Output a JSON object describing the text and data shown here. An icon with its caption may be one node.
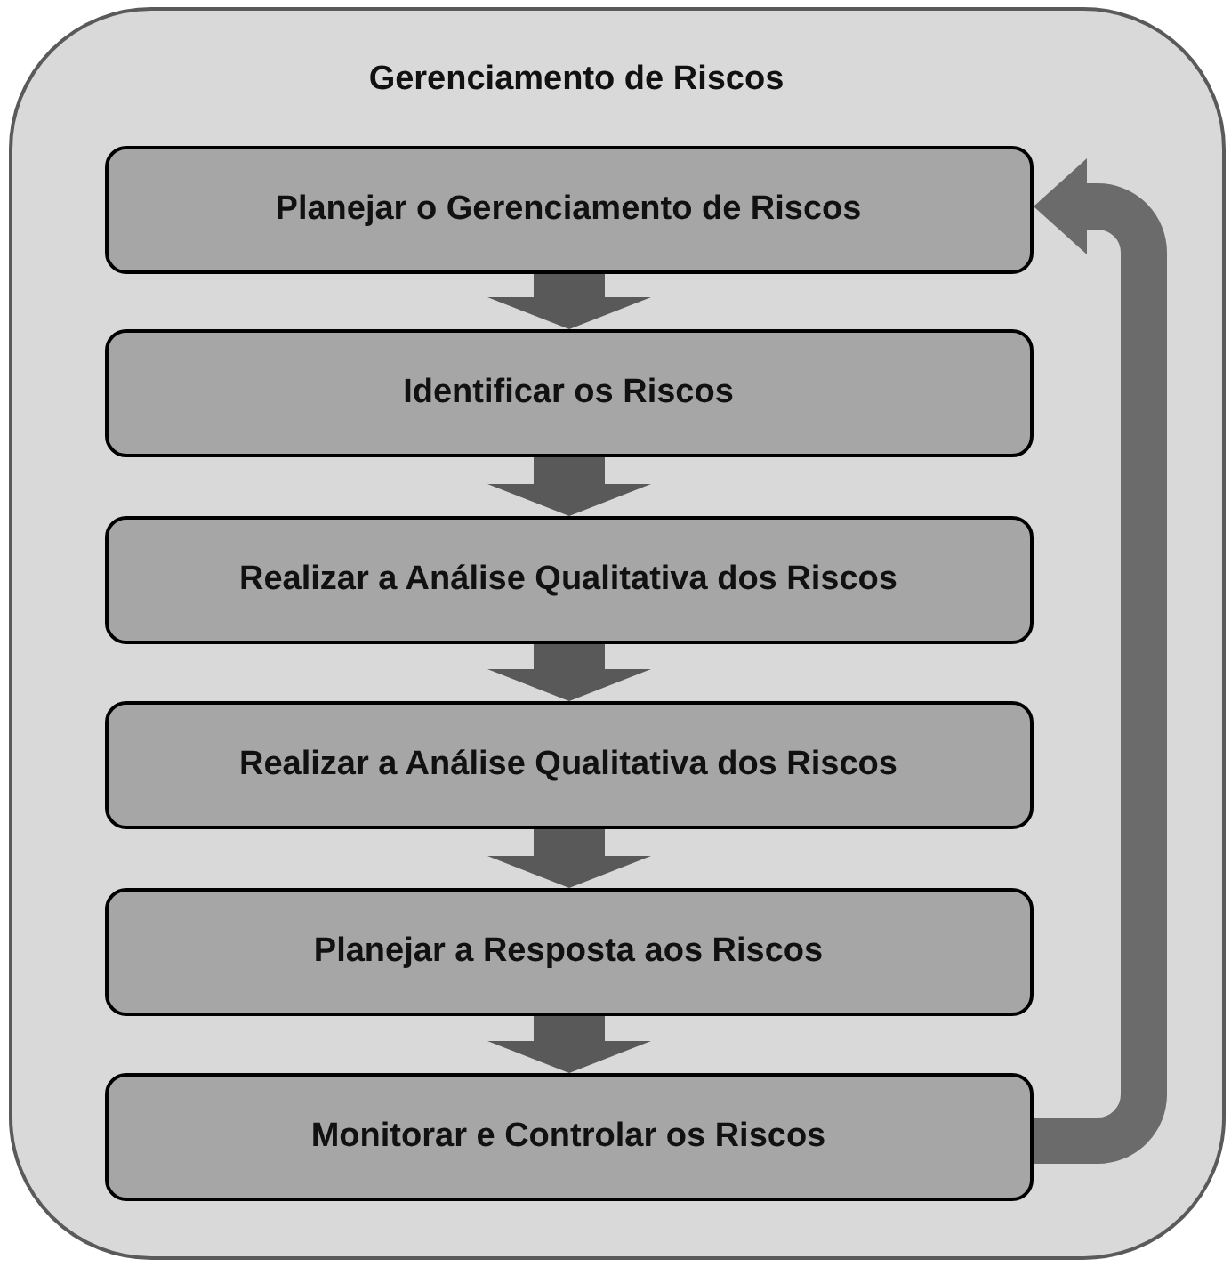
{
  "diagram": {
    "nodes": [
      {
        "text": [
          "Gerenciamento de Riscos"
        ]
      },
      {
        "text": [
          "Planejar o Gerenciamento de Riscos"
        ],
        "in": 0
      },
      {
        "text": [
          "Identificar os Riscos"
        ],
        "in": 0
      },
      {
        "text": [
          "Realizar a Análise Qualitativa dos Riscos"
        ],
        "in": 0
      },
      {
        "text": [
          "Realizar a Análise Qualitativa dos Riscos"
        ],
        "in": 0
      },
      {
        "text": [
          "Planejar a Resposta aos Riscos"
        ],
        "in": 0
      },
      {
        "text": [
          "Monitorar e Controlar os Riscos"
        ],
        "in": 0
      }
    ],
    "edges": [
      {
        "from": 1,
        "to": 2,
        "arrow": "to"
      },
      {
        "from": 2,
        "to": 3,
        "arrow": "to"
      },
      {
        "from": 3,
        "to": 4,
        "arrow": "to"
      },
      {
        "from": 4,
        "to": 5,
        "arrow": "to"
      },
      {
        "from": 5,
        "to": 6,
        "arrow": "to"
      },
      {
        "from": 6,
        "to": 1,
        "arrow": "to",
        "color": "#6b6b6b"
      }
    ]
  }
}
